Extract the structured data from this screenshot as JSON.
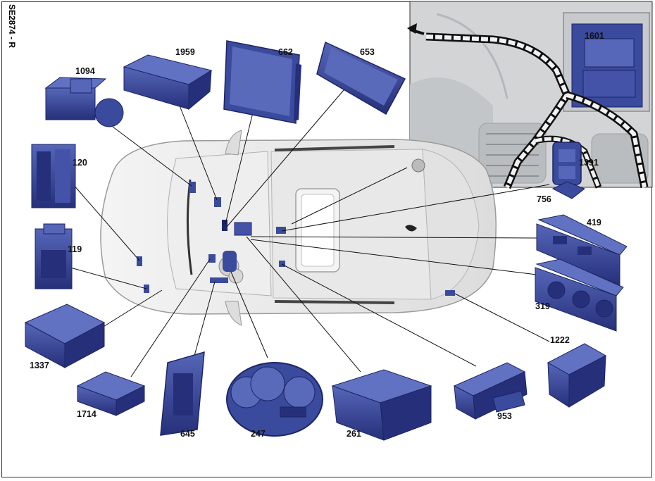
{
  "reference_code": "SE2874 - R",
  "components": [
    {
      "id": "c1094",
      "number": "1094"
    },
    {
      "id": "c1959",
      "number": "1959"
    },
    {
      "id": "c662",
      "number": "662"
    },
    {
      "id": "c653",
      "number": "653"
    },
    {
      "id": "c1601",
      "number": "1601"
    },
    {
      "id": "c120",
      "number": "120"
    },
    {
      "id": "c1391",
      "number": "1391"
    },
    {
      "id": "c756",
      "number": "756"
    },
    {
      "id": "c119",
      "number": "119"
    },
    {
      "id": "c419",
      "number": "419"
    },
    {
      "id": "c319",
      "number": "319"
    },
    {
      "id": "c1337",
      "number": "1337"
    },
    {
      "id": "c1222",
      "number": "1222"
    },
    {
      "id": "c1714",
      "number": "1714"
    },
    {
      "id": "c645",
      "number": "645"
    },
    {
      "id": "c247",
      "number": "247"
    },
    {
      "id": "c261",
      "number": "261"
    },
    {
      "id": "c953",
      "number": "953"
    }
  ],
  "colors": {
    "module_fill": "#3a4a9c",
    "module_dark": "#1c2566",
    "leader": "#111111",
    "inset_bg": "#d4d6d8"
  }
}
